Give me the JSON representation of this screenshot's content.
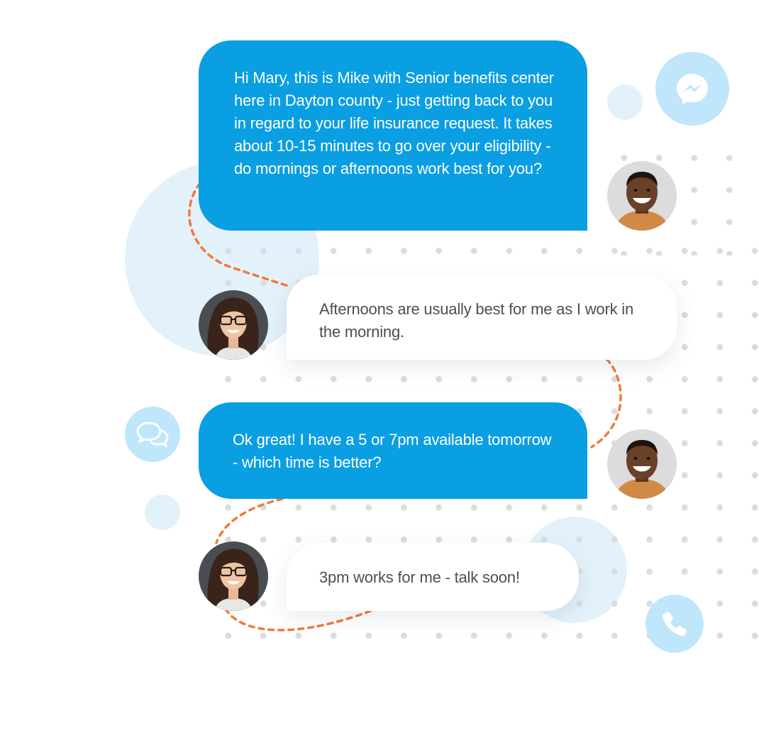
{
  "conversation": {
    "messages": [
      {
        "sender": "agent",
        "text": "Hi Mary, this is Mike with Senior benefits center here in Dayton county - just getting back to you in regard to your life insurance request. It takes about 10-15 minutes to go over your eligibility - do mornings or afternoons work best for you?"
      },
      {
        "sender": "customer",
        "text": "Afternoons are usually best for me as I work in the morning."
      },
      {
        "sender": "agent",
        "text": "Ok great! I have a 5 or 7pm available tomorrow - which time is better?"
      },
      {
        "sender": "customer",
        "text": "3pm works for me - talk soon!"
      }
    ]
  },
  "icons": {
    "messenger": "messenger-icon",
    "chat": "chat-bubbles-icon",
    "phone": "phone-icon"
  },
  "colors": {
    "agent_bubble": "#0a9ee2",
    "customer_bubble": "#ffffff",
    "connector": "#f07a3a",
    "icon_bg": "#bfe6fb",
    "icon_fg": "#ffffff"
  }
}
